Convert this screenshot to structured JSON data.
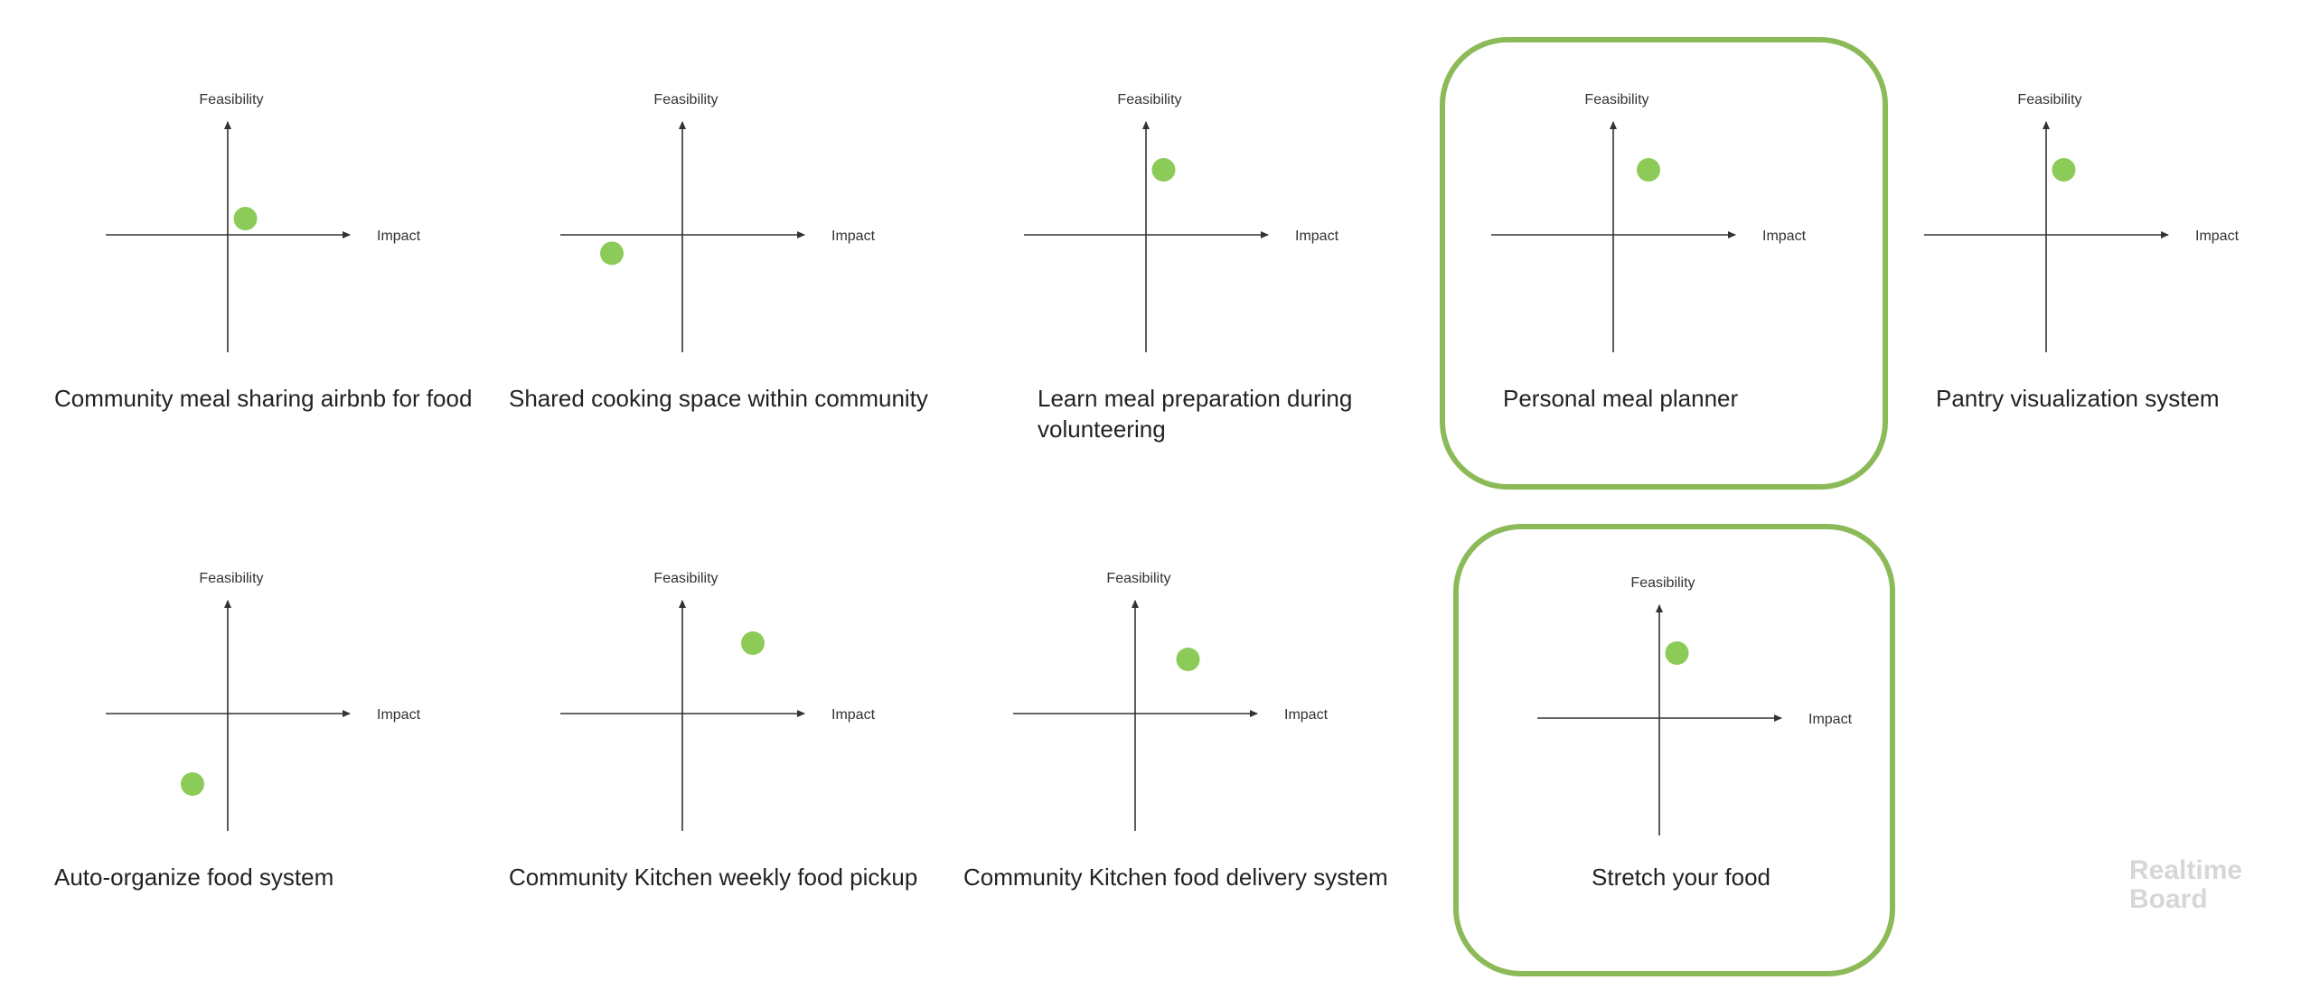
{
  "axis_labels": {
    "y": "Feasibility",
    "x": "Impact"
  },
  "watermark": [
    "Realtime",
    "Board"
  ],
  "highlight_color": "#8cba59",
  "dot_color": "#8ccb57",
  "ideas": [
    {
      "title": [
        "Community meal sharing airbnb for food"
      ],
      "impact": 0.15,
      "feasibility": 0.15,
      "highlighted": false
    },
    {
      "title": [
        "Shared cooking space within community"
      ],
      "impact": -0.6,
      "feasibility": -0.17,
      "highlighted": false
    },
    {
      "title": [
        "Learn meal preparation during",
        "volunteering"
      ],
      "impact": 0.15,
      "feasibility": 0.6,
      "highlighted": false
    },
    {
      "title": [
        "Personal meal planner"
      ],
      "impact": 0.3,
      "feasibility": 0.6,
      "highlighted": true
    },
    {
      "title": [
        "Pantry visualization system"
      ],
      "impact": 0.15,
      "feasibility": 0.6,
      "highlighted": false
    },
    {
      "title": [
        "Auto-organize food system"
      ],
      "impact": -0.3,
      "feasibility": -0.65,
      "highlighted": false
    },
    {
      "title": [
        "Community Kitchen weekly food pickup"
      ],
      "impact": 0.6,
      "feasibility": 0.65,
      "highlighted": false
    },
    {
      "title": [
        "Community Kitchen food delivery system"
      ],
      "impact": 0.45,
      "feasibility": 0.5,
      "highlighted": false
    },
    {
      "title": [
        "Stretch your food"
      ],
      "impact": 0.15,
      "feasibility": 0.6,
      "highlighted": true
    }
  ]
}
